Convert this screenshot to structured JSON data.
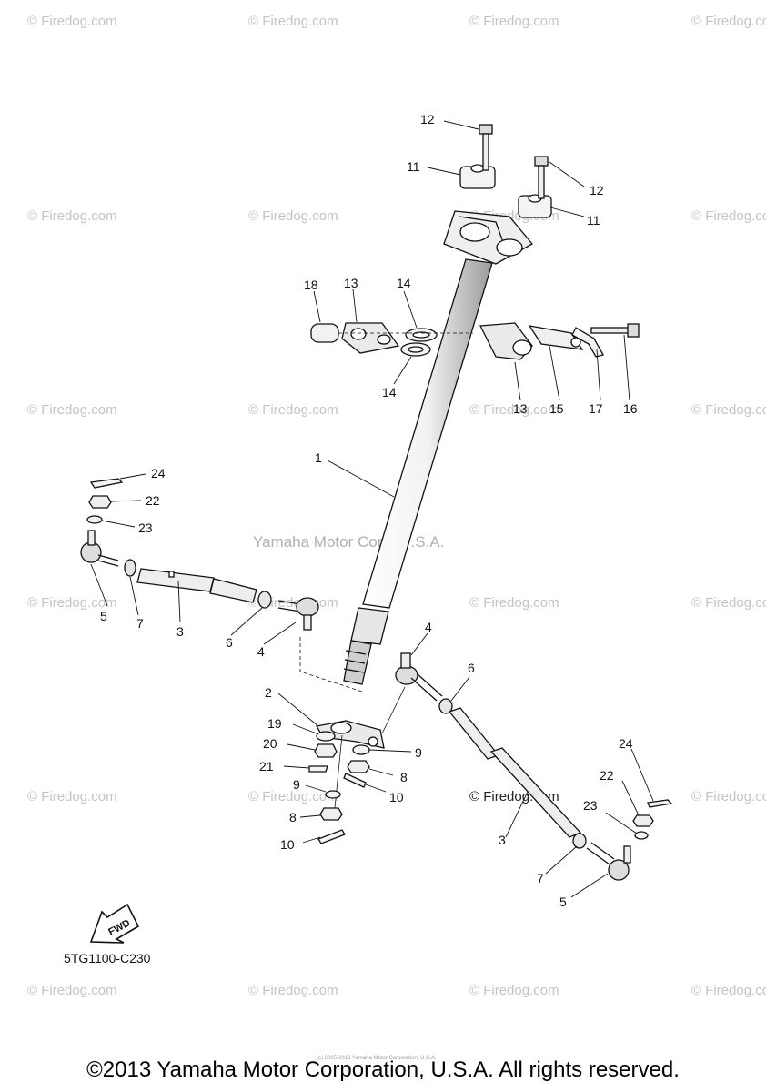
{
  "watermark": "© Firedog.com",
  "center_watermark": "Yamaha Motor Corp, U.S.A.",
  "center_credit": "© Firedog.com",
  "diagram_code": "5TG1100-C230",
  "fwd_label": "FWD",
  "footer": {
    "copyright": "©2013 Yamaha Motor Corporation, U.S.A. All rights reserved.",
    "tiny": "(c) 2005-2013 Yamaha Motor Corporation, U.S.A."
  },
  "callouts": [
    "12",
    "11",
    "12",
    "11",
    "18",
    "13",
    "14",
    "14",
    "13",
    "15",
    "17",
    "16",
    "1",
    "24",
    "22",
    "23",
    "5",
    "7",
    "3",
    "6",
    "4",
    "4",
    "6",
    "2",
    "19",
    "20",
    "21",
    "9",
    "8",
    "10",
    "9",
    "8",
    "10",
    "3",
    "24",
    "22",
    "23",
    "7",
    "5"
  ]
}
